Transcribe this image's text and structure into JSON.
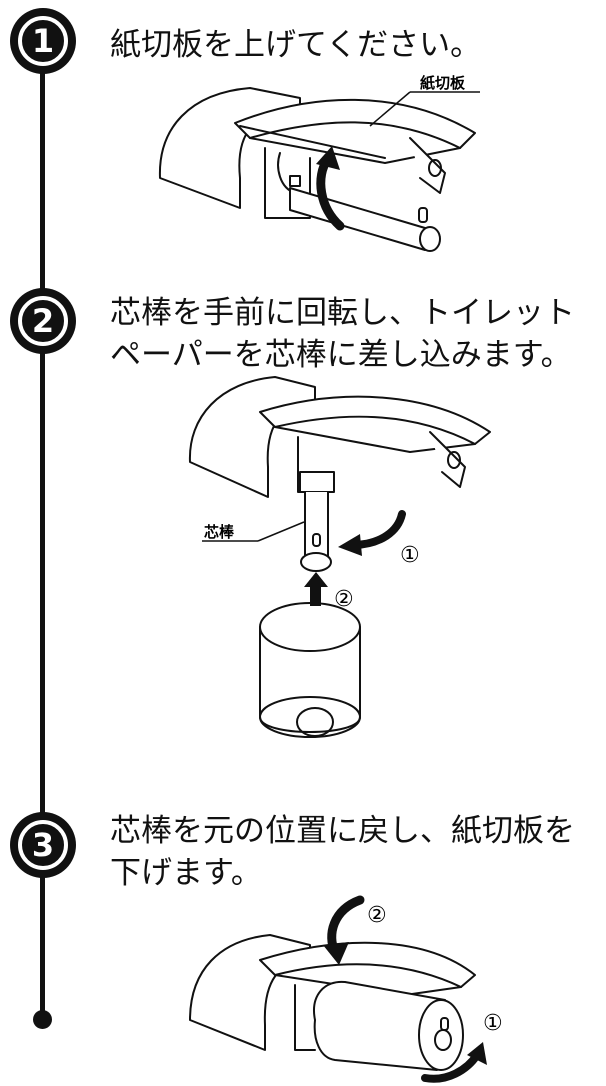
{
  "steps": [
    {
      "number": "1",
      "text": "紙切板を上げてください。",
      "label": "紙切板"
    },
    {
      "number": "2",
      "text": "芯棒を手前に回転し、トイレット\nペーパーを芯棒に差し込みます。",
      "label": "芯棒",
      "marks": [
        "①",
        "②"
      ]
    },
    {
      "number": "3",
      "text": "芯棒を元の位置に戻し、紙切板を\n下げます。",
      "marks": [
        "①",
        "②"
      ]
    }
  ],
  "colors": {
    "ink": "#111111",
    "paper": "#ffffff"
  },
  "icons": [
    "curved-arrow-icon",
    "straight-arrow-icon"
  ]
}
